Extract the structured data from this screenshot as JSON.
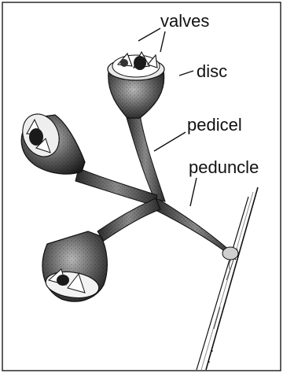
{
  "labels": {
    "valves": "valves",
    "disc": "disc",
    "pedicel": "pedicel",
    "peduncle": "peduncle"
  },
  "colors": {
    "ink": "#111111",
    "paper": "#ffffff",
    "stipple_dark": "#2a2a2a",
    "stipple_light": "#9a9a9a"
  }
}
